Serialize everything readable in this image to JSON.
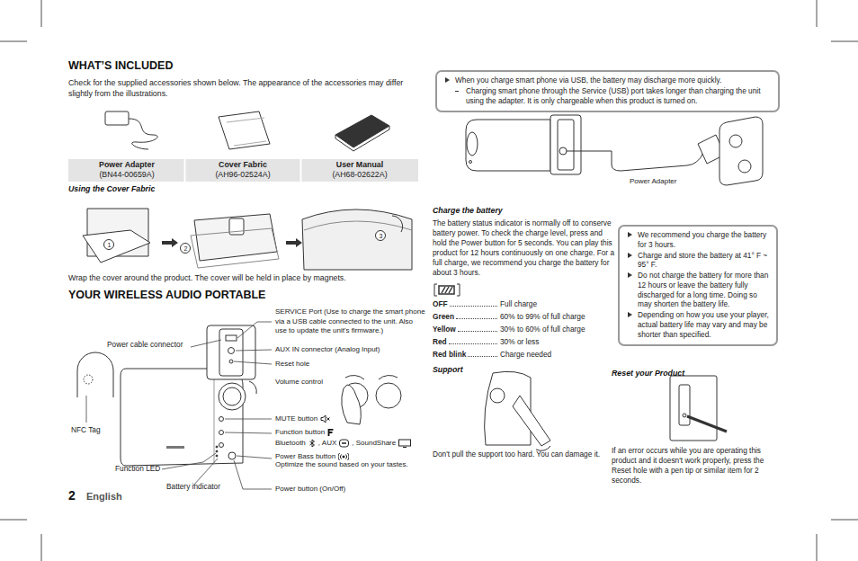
{
  "diagram": {
    "nodes": [
      {
        "text": [
          "When you charge smart phone via USB, the battery may discharge more quickly.",
          "Charging smart phone through the Service (USB) port takes longer than charging the unit using the adapter. It is only chargeable when this product is turned on."
        ]
      },
      {
        "text": [
          "We recommend you charge the battery for 3 hours.",
          "Charge and store the battery at 41° F ~ 95° F.",
          "Do not charge the battery for more than 12 hours or leave the battery fully discharged for a long time. Doing so may shorten the battery life.",
          "Depending on how you use your player, actual battery life may vary and may be shorter than specified."
        ]
      }
    ],
    "labels": [
      "WHAT’S INCLUDED",
      "Check for the supplied accessories shown below. The appearance of the accessories may differ slightly from the illustrations.",
      "Power Adapter",
      "(BN44-00659A)",
      "Cover Fabric",
      "(AH96-02524A)",
      "User Manual",
      "(AH68-02622A)",
      "Using the Cover Fabric",
      "1",
      "2",
      "3",
      "Wrap the cover around the product. The cover will be held in place by magnets.",
      "YOUR WIRELESS AUDIO PORTABLE",
      "SERVICE Port (Use to charge the smart phone via a USB cable connected to the unit. Also use to update the unit's firmware.)",
      "Power cable connector",
      "AUX IN connector (Analog Input)",
      "Reset hole",
      "Volume control",
      "MUTE button",
      "Function button",
      "Bluetooth",
      ", AUX",
      ", SoundShare",
      "NFC Tag",
      "Power Bass button",
      "Optimize the sound based on your tastes.",
      "Function LED",
      "Battery indicator",
      "Power button (On/Off)",
      "2",
      "English",
      "Power Adapter",
      "Charge the battery",
      "The battery status indicator is normally off to conserve battery power. To check the charge level, press and hold the Power button for 5 seconds. You can play this product for 12 hours continuously on one charge. For a full charge, we recommend you charge the battery for about 3 hours.",
      "OFF",
      "Full charge",
      "Green",
      "60% to 99% of full charge",
      "Yellow",
      "30% to 60% of full charge",
      "Red",
      "30% or less",
      "Red blink",
      "Charge needed",
      "Support",
      "Don't pull the support too hard. You can damage it.",
      "Reset your Product",
      "If an error occurs while you are operating this product and it doesn't work properly, press the Reset hole with a pen tip or similar item for 2 seconds."
    ]
  }
}
